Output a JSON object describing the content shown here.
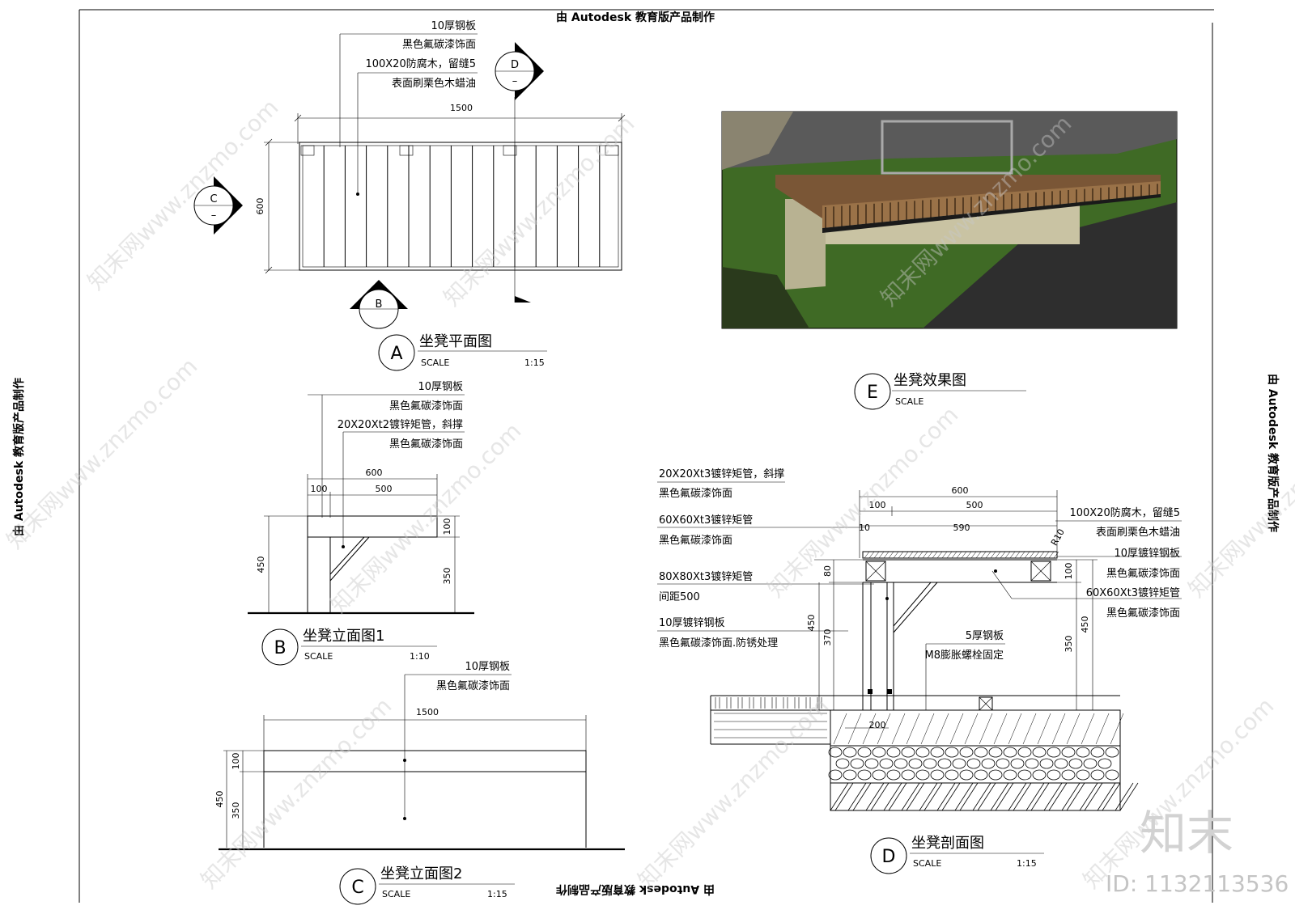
{
  "stamp": {
    "text": "由 Autodesk 教育版产品制作"
  },
  "watermark": {
    "text": "知末网www.znzmo.com",
    "brand": "知末",
    "id_label": "ID: 1132113536"
  },
  "view_a": {
    "title": "坐凳平面图",
    "letter": "A",
    "scale_label": "SCALE",
    "scale": "1:15",
    "notes": [
      "10厚钢板",
      "黑色氟碳漆饰面",
      "100X20防腐木，留缝5",
      "表面刷栗色木蜡油"
    ],
    "dim_width": "1500",
    "dim_depth": "600",
    "markers": {
      "c": "C",
      "b": "B",
      "d": "D"
    }
  },
  "view_e": {
    "title": "坐凳效果图",
    "letter": "E",
    "scale_label": "SCALE"
  },
  "view_b": {
    "title": "坐凳立面图1",
    "letter": "B",
    "scale_label": "SCALE",
    "scale": "1:10",
    "notes": [
      "10厚钢板",
      "黑色氟碳漆饰面",
      "20X20Xt2镀锌矩管，斜撑",
      "黑色氟碳漆饰面"
    ],
    "dims": {
      "total": "600",
      "a": "100",
      "b": "500",
      "top": "100",
      "height": "450",
      "leg": "350"
    }
  },
  "view_c": {
    "title": "坐凳立面图2",
    "letter": "C",
    "scale_label": "SCALE",
    "scale": "1:15",
    "notes": [
      "10厚钢板",
      "黑色氟碳漆饰面"
    ],
    "dims": {
      "width": "1500",
      "top": "100",
      "height": "450",
      "leg": "350"
    }
  },
  "view_d": {
    "title": "坐凳剖面图",
    "letter": "D",
    "scale_label": "SCALE",
    "scale": "1:15",
    "notes_left": [
      "20X20Xt3镀锌矩管，斜撑",
      "黑色氟碳漆饰面",
      "60X60Xt3镀锌矩管",
      "黑色氟碳漆饰面",
      "80X80Xt3镀锌矩管",
      "间距500",
      "10厚镀锌钢板",
      "黑色氟碳漆饰面.防锈处理"
    ],
    "notes_right": [
      "100X20防腐木，留缝5",
      "表面刷栗色木蜡油",
      "10厚镀锌钢板",
      "黑色氟碳漆饰面",
      "60X60Xt3镀锌矩管",
      "黑色氟碳漆饰面"
    ],
    "notes_mid": [
      "5厚钢板",
      "M8膨胀螺栓固定"
    ],
    "dims": {
      "total": "600",
      "a": "100",
      "b": "500",
      "c": "590",
      "small": "10",
      "radius": "R10",
      "d80": "80",
      "d450": "450",
      "d370": "370",
      "d100": "100",
      "d350": "350",
      "d450r": "450",
      "base": "200"
    }
  },
  "colors": {
    "grass": "#3f6a25",
    "wood": "#7a5636",
    "concrete": "#c9c3a3",
    "sky": "#5a5a5a",
    "paving": "#2e2e2e"
  }
}
